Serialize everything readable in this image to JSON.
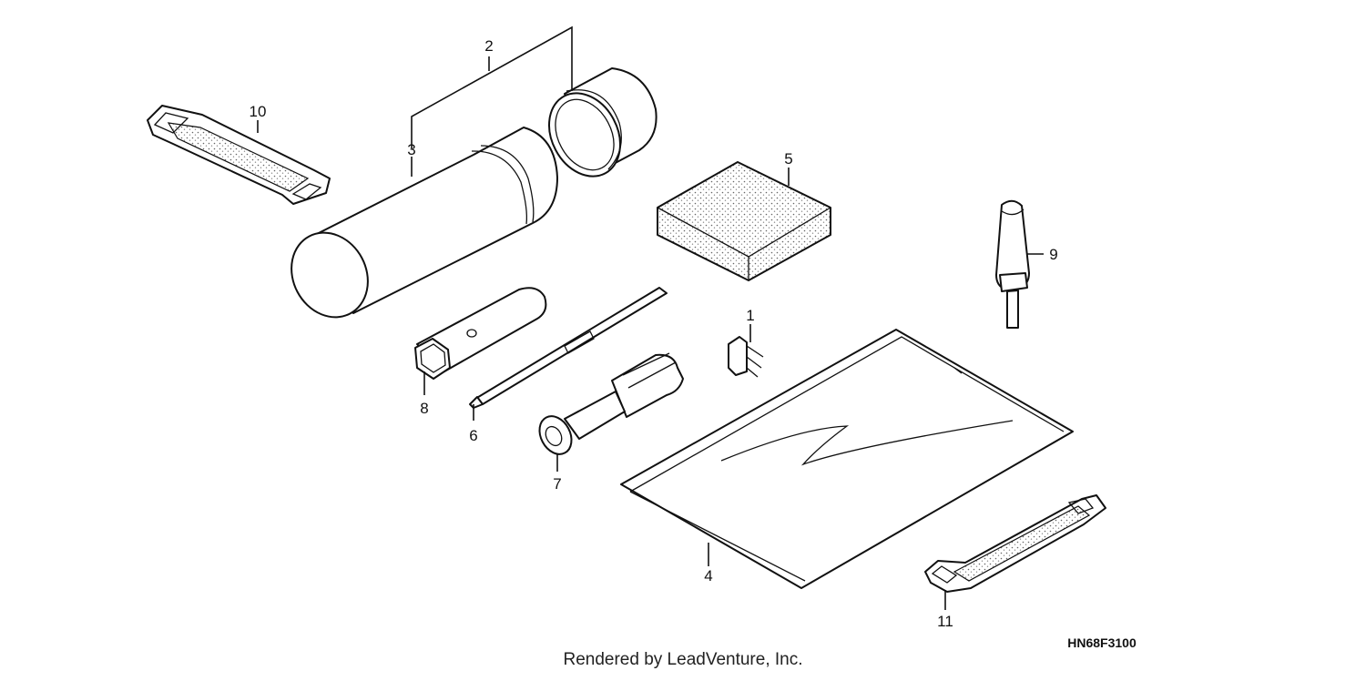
{
  "diagram": {
    "labels": {
      "p1": "1",
      "p2": "2",
      "p3": "3",
      "p4": "4",
      "p5": "5",
      "p6": "6",
      "p7": "7",
      "p8": "8",
      "p9": "9",
      "p10": "10",
      "p11": "11"
    },
    "diagram_code": "HN68F3100",
    "credit": "Rendered by LeadVenture, Inc."
  }
}
